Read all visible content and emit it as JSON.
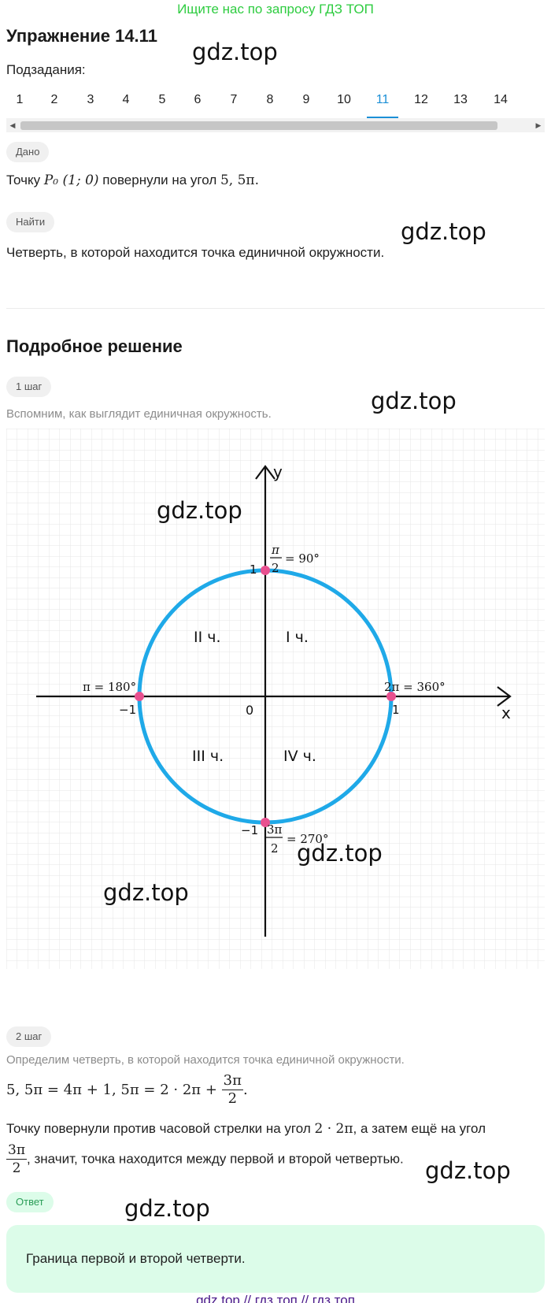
{
  "banner": "Ищите нас по запросу ГДЗ ТОП",
  "exercise": {
    "title": "Упражнение 14.11",
    "subtasks_label": "Подзадания:"
  },
  "watermark": "gdz.top",
  "tabs": [
    "1",
    "2",
    "3",
    "4",
    "5",
    "6",
    "7",
    "8",
    "9",
    "10",
    "11",
    "12",
    "13",
    "14"
  ],
  "active_tab": "11",
  "scroll_arrows": {
    "left": "◀",
    "right": "▶"
  },
  "given": {
    "chip": "Дано",
    "text_a": "Точку",
    "math_a": "P₀ (1; 0)",
    "text_b": "повернули на угол",
    "math_b": "5, 5π."
  },
  "find": {
    "chip": "Найти",
    "text": "Четверть, в которой находится точка единичной окружности."
  },
  "solution_title": "Подробное решение",
  "step1": {
    "chip": "1 шаг",
    "text": "Вспомним, как выглядит единичная окружность."
  },
  "figure": {
    "axis_y": "y",
    "axis_x": "x",
    "origin": "0",
    "tick_pos_x": "1",
    "tick_neg_x": "−1",
    "tick_pos_y": "1",
    "tick_neg_y": "−1",
    "q1": "I ч.",
    "q2": "II ч.",
    "q3": "III ч.",
    "q4": "IV ч.",
    "top_num": "π",
    "top_den": "2",
    "top_rest": "= 90°",
    "left_label": "π = 180°",
    "right_label": "2π = 360°",
    "bottom_num": "3π",
    "bottom_den": "2",
    "bottom_rest": "= 270°",
    "circle_color": "#1fa9e8",
    "point_color": "#e8508f",
    "grid_color": "#e6e6e6"
  },
  "step2": {
    "chip": "2 шаг",
    "text": "Определим четверть, в которой находится точка единичной окружности.",
    "eq_main": "5, 5π = 4π + 1, 5π = 2 · 2π +",
    "eq_num": "3π",
    "eq_den": "2",
    "eq_end": ".",
    "p_text_1": "Точку повернули против часовой стрелки на угол",
    "p_math_1": "2 · 2π",
    "p_text_2": ", а затем ещё на угол",
    "p_num": "3π",
    "p_den": "2",
    "p_text_3": ", значит, точка находится между первой и второй четвертью."
  },
  "answer": {
    "chip": "Ответ",
    "text": "Граница первой и второй четверти."
  },
  "footer": "gdz top  //  гдз топ  //  гдз топ"
}
